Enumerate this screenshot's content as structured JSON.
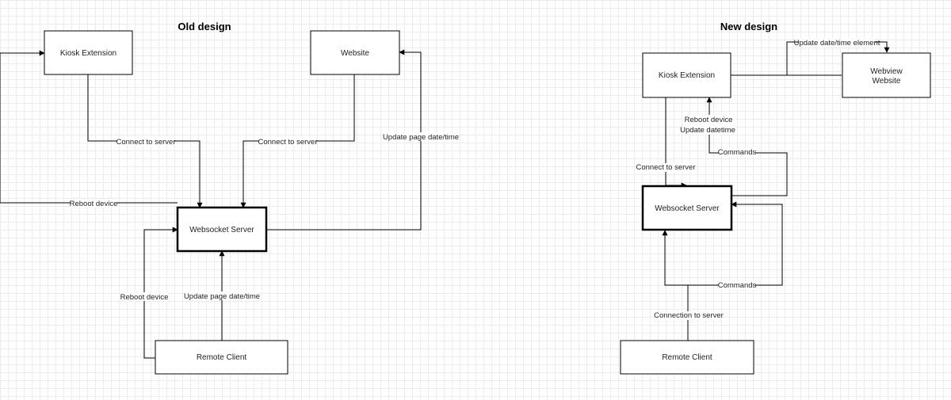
{
  "old_design": {
    "title": "Old design",
    "nodes": {
      "kiosk": "Kiosk Extension",
      "website": "Website",
      "server": "Websocket Server",
      "remote": "Remote Client"
    },
    "edges": {
      "kiosk_connect": "Connect to server",
      "website_connect": "Connect to server",
      "reboot_to_kiosk": "Reboot device",
      "update_to_website": "Update page date/time",
      "remote_reboot": "Reboot device",
      "remote_update": "Update page date/time"
    }
  },
  "new_design": {
    "title": "New design",
    "nodes": {
      "kiosk": "Kiosk Extension",
      "webview_line1": "Webview",
      "webview_line2": "Website",
      "server": "Websocket Server",
      "remote": "Remote Client"
    },
    "edges": {
      "update_element": "Update date/time element",
      "reboot_line1": "Reboot device",
      "reboot_line2": "Update datetime",
      "commands_top": "Commands",
      "kiosk_connect": "Connect to server",
      "commands_bottom": "Commands",
      "remote_connection": "Connection to server"
    }
  }
}
